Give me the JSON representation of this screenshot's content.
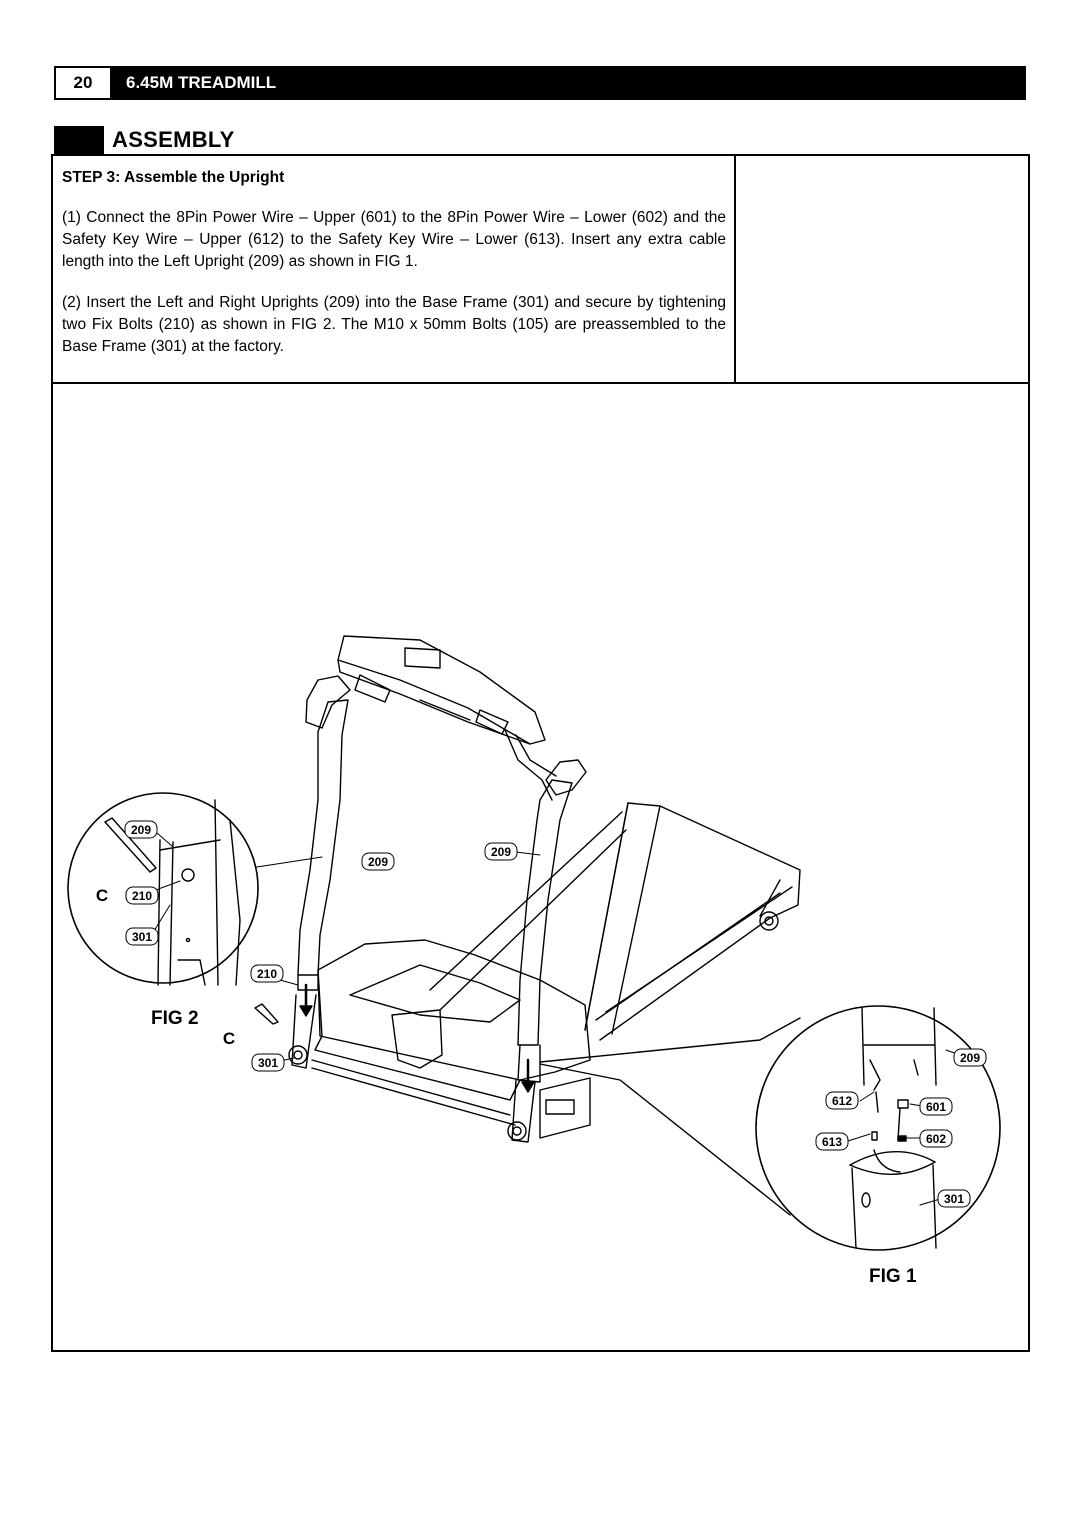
{
  "header": {
    "page_number": "20",
    "title": "6.45M TREADMILL"
  },
  "section": {
    "title": "ASSEMBLY"
  },
  "step": {
    "number": "STEP 3",
    "sep": ": ",
    "title": "Assemble the Upright"
  },
  "paragraphs": [
    "(1) Connect the 8Pin Power Wire – Upper (601) to the 8Pin Power Wire – Lower (602) and the Safety Key Wire – Upper (612) to the Safety Key Wire – Lower (613).  Insert any extra cable length into the Left Upright (209) as shown in FIG 1.",
    "(2) Insert the Left and Right Uprights (209) into the Base Frame (301) and secure by tightening two Fix Bolts (210) as shown in FIG 2.  The M10 x 50mm Bolts (105) are preassembled to the Base Frame (301) at the factory."
  ],
  "figure": {
    "fig2_label": "FIG 2",
    "fig1_label": "FIG 1",
    "callouts": {
      "inset2_209": "209",
      "inset2_c": "C",
      "inset2_210": "210",
      "inset2_301": "301",
      "main_209_left": "209",
      "main_209_right": "209",
      "main_210": "210",
      "main_c": "C",
      "main_301": "301",
      "inset1_209": "209",
      "inset1_612": "612",
      "inset1_601": "601",
      "inset1_613": "613",
      "inset1_602": "602",
      "inset1_301": "301"
    }
  }
}
